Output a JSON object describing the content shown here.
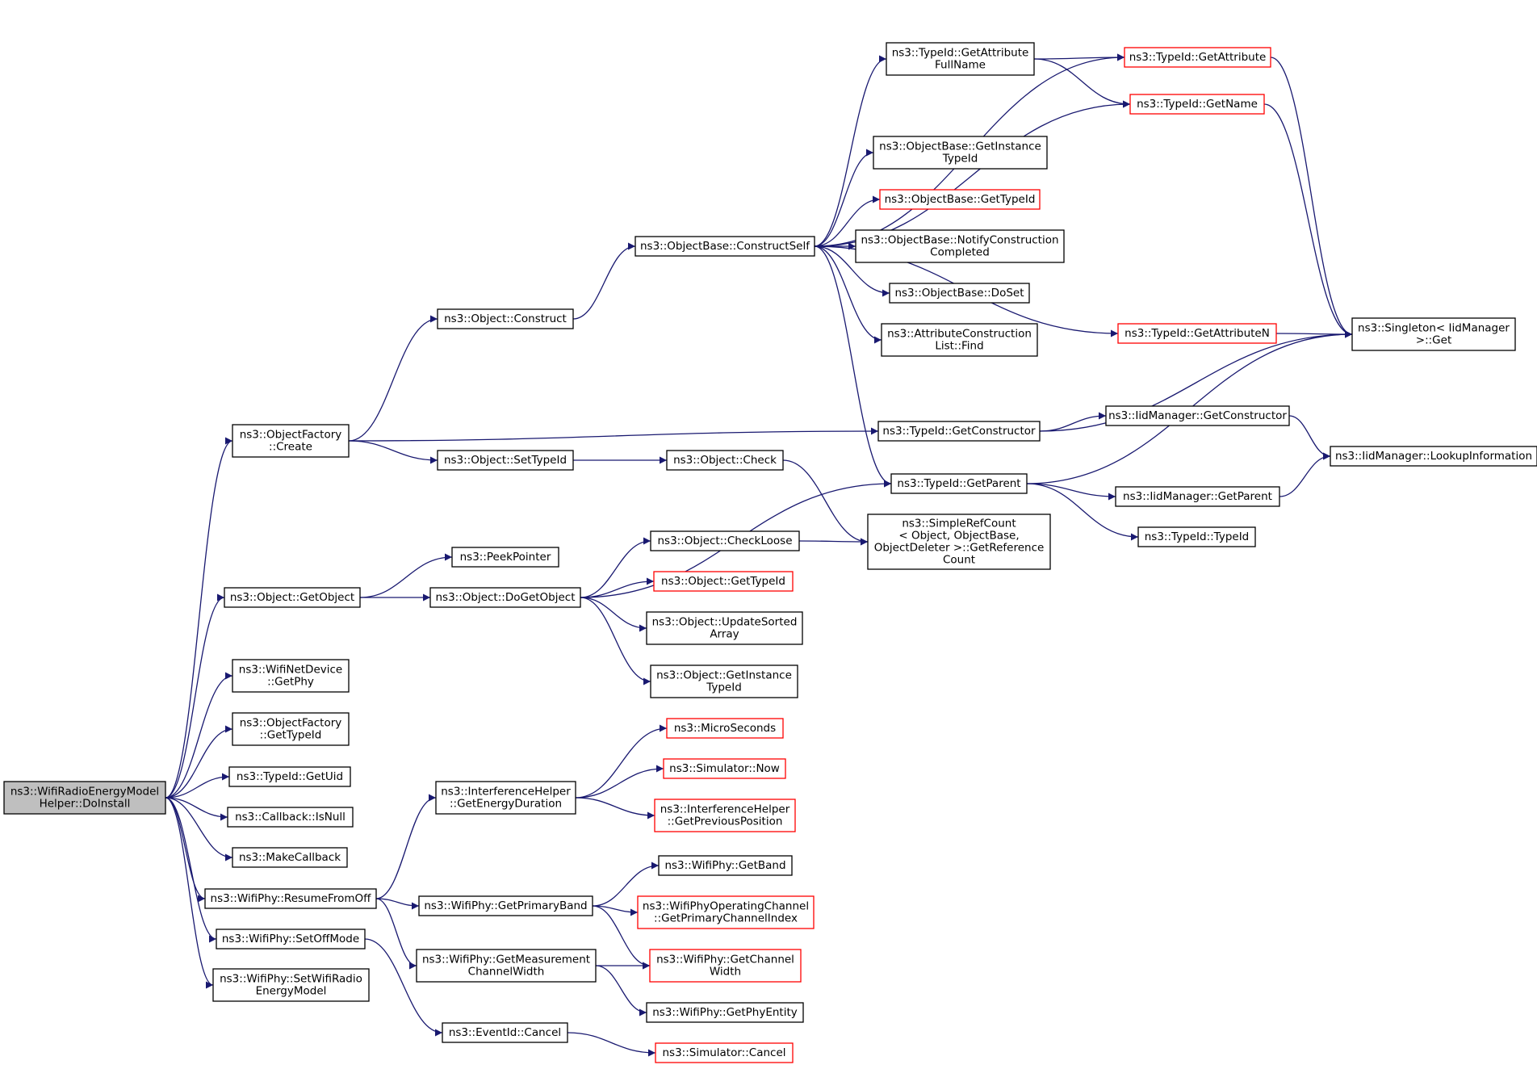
{
  "colors": {
    "edge": "#191970",
    "node_border": "#000000",
    "node_border_incomplete": "#ff0000",
    "root_fill": "#bfbfbf",
    "background": "#ffffff"
  },
  "nodes": [
    {
      "id": "root",
      "lines": [
        "ns3::WifiRadioEnergyModel",
        "Helper::DoInstall"
      ],
      "style": "root"
    },
    {
      "id": "of_create",
      "lines": [
        "ns3::ObjectFactory",
        "::Create"
      ],
      "style": "black"
    },
    {
      "id": "o_getobject",
      "lines": [
        "ns3::Object::GetObject"
      ],
      "style": "black"
    },
    {
      "id": "wnd_getphy",
      "lines": [
        "ns3::WifiNetDevice",
        "::GetPhy"
      ],
      "style": "black"
    },
    {
      "id": "of_gettypeid",
      "lines": [
        "ns3::ObjectFactory",
        "::GetTypeId"
      ],
      "style": "black"
    },
    {
      "id": "t_getuid",
      "lines": [
        "ns3::TypeId::GetUid"
      ],
      "style": "black"
    },
    {
      "id": "cb_isnull",
      "lines": [
        "ns3::Callback::IsNull"
      ],
      "style": "black"
    },
    {
      "id": "makecallback",
      "lines": [
        "ns3::MakeCallback"
      ],
      "style": "black"
    },
    {
      "id": "wp_resume",
      "lines": [
        "ns3::WifiPhy::ResumeFromOff"
      ],
      "style": "black"
    },
    {
      "id": "wp_setoff",
      "lines": [
        "ns3::WifiPhy::SetOffMode"
      ],
      "style": "black"
    },
    {
      "id": "wp_setwifi",
      "lines": [
        "ns3::WifiPhy::SetWifiRadio",
        "EnergyModel"
      ],
      "style": "black"
    },
    {
      "id": "o_construct",
      "lines": [
        "ns3::Object::Construct"
      ],
      "style": "black"
    },
    {
      "id": "o_settypeid",
      "lines": [
        "ns3::Object::SetTypeId"
      ],
      "style": "black"
    },
    {
      "id": "peekpointer",
      "lines": [
        "ns3::PeekPointer"
      ],
      "style": "black"
    },
    {
      "id": "o_dogetobject",
      "lines": [
        "ns3::Object::DoGetObject"
      ],
      "style": "black"
    },
    {
      "id": "ih_getenergy",
      "lines": [
        "ns3::InterferenceHelper",
        "::GetEnergyDuration"
      ],
      "style": "black"
    },
    {
      "id": "wp_getprimary",
      "lines": [
        "ns3::WifiPhy::GetPrimaryBand"
      ],
      "style": "black"
    },
    {
      "id": "wp_getmeas",
      "lines": [
        "ns3::WifiPhy::GetMeasurement",
        "ChannelWidth"
      ],
      "style": "black"
    },
    {
      "id": "ev_cancel",
      "lines": [
        "ns3::EventId::Cancel"
      ],
      "style": "black"
    },
    {
      "id": "ob_construct",
      "lines": [
        "ns3::ObjectBase::ConstructSelf"
      ],
      "style": "black"
    },
    {
      "id": "o_check",
      "lines": [
        "ns3::Object::Check"
      ],
      "style": "black"
    },
    {
      "id": "o_checkloose",
      "lines": [
        "ns3::Object::CheckLoose"
      ],
      "style": "black"
    },
    {
      "id": "o_gettypeid",
      "lines": [
        "ns3::Object::GetTypeId"
      ],
      "style": "red"
    },
    {
      "id": "o_updatesorted",
      "lines": [
        "ns3::Object::UpdateSorted",
        "Array"
      ],
      "style": "black"
    },
    {
      "id": "o_getinstance",
      "lines": [
        "ns3::Object::GetInstance",
        "TypeId"
      ],
      "style": "black"
    },
    {
      "id": "microseconds",
      "lines": [
        "ns3::MicroSeconds"
      ],
      "style": "red"
    },
    {
      "id": "sim_now",
      "lines": [
        "ns3::Simulator::Now"
      ],
      "style": "red"
    },
    {
      "id": "ih_getprev",
      "lines": [
        "ns3::InterferenceHelper",
        "::GetPreviousPosition"
      ],
      "style": "red"
    },
    {
      "id": "wp_getband",
      "lines": [
        "ns3::WifiPhy::GetBand"
      ],
      "style": "black"
    },
    {
      "id": "wpoc_getidx",
      "lines": [
        "ns3::WifiPhyOperatingChannel",
        "::GetPrimaryChannelIndex"
      ],
      "style": "red"
    },
    {
      "id": "wp_getchwidth",
      "lines": [
        "ns3::WifiPhy::GetChannel",
        "Width"
      ],
      "style": "red"
    },
    {
      "id": "wp_getphyent",
      "lines": [
        "ns3::WifiPhy::GetPhyEntity"
      ],
      "style": "black"
    },
    {
      "id": "sim_cancel",
      "lines": [
        "ns3::Simulator::Cancel"
      ],
      "style": "red"
    },
    {
      "id": "t_getattrfull",
      "lines": [
        "ns3::TypeId::GetAttribute",
        "FullName"
      ],
      "style": "black"
    },
    {
      "id": "ob_getinst",
      "lines": [
        "ns3::ObjectBase::GetInstance",
        "TypeId"
      ],
      "style": "black"
    },
    {
      "id": "ob_gettypeid",
      "lines": [
        "ns3::ObjectBase::GetTypeId"
      ],
      "style": "red"
    },
    {
      "id": "ob_notify",
      "lines": [
        "ns3::ObjectBase::NotifyConstruction",
        "Completed"
      ],
      "style": "black"
    },
    {
      "id": "ob_doset",
      "lines": [
        "ns3::ObjectBase::DoSet"
      ],
      "style": "black"
    },
    {
      "id": "acl_find",
      "lines": [
        "ns3::AttributeConstruction",
        "List::Find"
      ],
      "style": "black"
    },
    {
      "id": "t_getattrn",
      "lines": [
        "ns3::TypeId::GetAttributeN"
      ],
      "style": "red"
    },
    {
      "id": "t_getctor",
      "lines": [
        "ns3::TypeId::GetConstructor"
      ],
      "style": "black"
    },
    {
      "id": "t_getparent",
      "lines": [
        "ns3::TypeId::GetParent"
      ],
      "style": "black"
    },
    {
      "id": "src_getref",
      "lines": [
        "ns3::SimpleRefCount",
        "< Object, ObjectBase,",
        " ObjectDeleter >::GetReference",
        "Count"
      ],
      "style": "black"
    },
    {
      "id": "t_getattr",
      "lines": [
        "ns3::TypeId::GetAttribute"
      ],
      "style": "red"
    },
    {
      "id": "t_getname",
      "lines": [
        "ns3::TypeId::GetName"
      ],
      "style": "red"
    },
    {
      "id": "im_getctor",
      "lines": [
        "ns3::IidManager::GetConstructor"
      ],
      "style": "black"
    },
    {
      "id": "im_getparent",
      "lines": [
        "ns3::IidManager::GetParent"
      ],
      "style": "black"
    },
    {
      "id": "t_typeid",
      "lines": [
        "ns3::TypeId::TypeId"
      ],
      "style": "black"
    },
    {
      "id": "singleton_get",
      "lines": [
        "ns3::Singleton< IidManager",
        " >::Get"
      ],
      "style": "black"
    },
    {
      "id": "im_lookup",
      "lines": [
        "ns3::IidManager::LookupInformation"
      ],
      "style": "black"
    }
  ],
  "edges": [
    [
      "root",
      "of_create"
    ],
    [
      "root",
      "o_getobject"
    ],
    [
      "root",
      "wnd_getphy"
    ],
    [
      "root",
      "of_gettypeid"
    ],
    [
      "root",
      "t_getuid"
    ],
    [
      "root",
      "cb_isnull"
    ],
    [
      "root",
      "makecallback"
    ],
    [
      "root",
      "wp_resume"
    ],
    [
      "root",
      "wp_setoff"
    ],
    [
      "root",
      "wp_setwifi"
    ],
    [
      "of_create",
      "o_construct"
    ],
    [
      "of_create",
      "t_getctor"
    ],
    [
      "of_create",
      "o_settypeid"
    ],
    [
      "o_construct",
      "ob_construct"
    ],
    [
      "o_settypeid",
      "o_check"
    ],
    [
      "o_check",
      "src_getref"
    ],
    [
      "o_getobject",
      "peekpointer"
    ],
    [
      "o_getobject",
      "o_dogetobject"
    ],
    [
      "o_dogetobject",
      "t_getparent"
    ],
    [
      "o_dogetobject",
      "o_checkloose"
    ],
    [
      "o_dogetobject",
      "o_gettypeid"
    ],
    [
      "o_dogetobject",
      "o_updatesorted"
    ],
    [
      "o_dogetobject",
      "o_getinstance"
    ],
    [
      "o_checkloose",
      "src_getref"
    ],
    [
      "ob_construct",
      "t_getattrfull"
    ],
    [
      "ob_construct",
      "t_getattr"
    ],
    [
      "ob_construct",
      "t_getname"
    ],
    [
      "ob_construct",
      "ob_getinst"
    ],
    [
      "ob_construct",
      "ob_gettypeid"
    ],
    [
      "ob_construct",
      "ob_notify"
    ],
    [
      "ob_construct",
      "ob_doset"
    ],
    [
      "ob_construct",
      "acl_find"
    ],
    [
      "ob_construct",
      "t_getattrn"
    ],
    [
      "ob_construct",
      "t_getparent"
    ],
    [
      "t_getattrfull",
      "t_getattr"
    ],
    [
      "t_getattrfull",
      "t_getname"
    ],
    [
      "t_getattr",
      "singleton_get"
    ],
    [
      "t_getname",
      "singleton_get"
    ],
    [
      "t_getattrn",
      "singleton_get"
    ],
    [
      "t_getctor",
      "singleton_get"
    ],
    [
      "t_getctor",
      "im_getctor"
    ],
    [
      "t_getparent",
      "singleton_get"
    ],
    [
      "t_getparent",
      "im_getparent"
    ],
    [
      "t_getparent",
      "t_typeid"
    ],
    [
      "im_getctor",
      "im_lookup"
    ],
    [
      "im_getparent",
      "im_lookup"
    ],
    [
      "wp_resume",
      "ih_getenergy"
    ],
    [
      "wp_resume",
      "wp_getprimary"
    ],
    [
      "wp_resume",
      "wp_getmeas"
    ],
    [
      "ih_getenergy",
      "microseconds"
    ],
    [
      "ih_getenergy",
      "sim_now"
    ],
    [
      "ih_getenergy",
      "ih_getprev"
    ],
    [
      "wp_getprimary",
      "wp_getband"
    ],
    [
      "wp_getprimary",
      "wpoc_getidx"
    ],
    [
      "wp_getprimary",
      "wp_getchwidth"
    ],
    [
      "wp_getmeas",
      "wp_getchwidth"
    ],
    [
      "wp_getmeas",
      "wp_getphyent"
    ],
    [
      "wp_setoff",
      "ev_cancel"
    ],
    [
      "ev_cancel",
      "sim_cancel"
    ]
  ]
}
